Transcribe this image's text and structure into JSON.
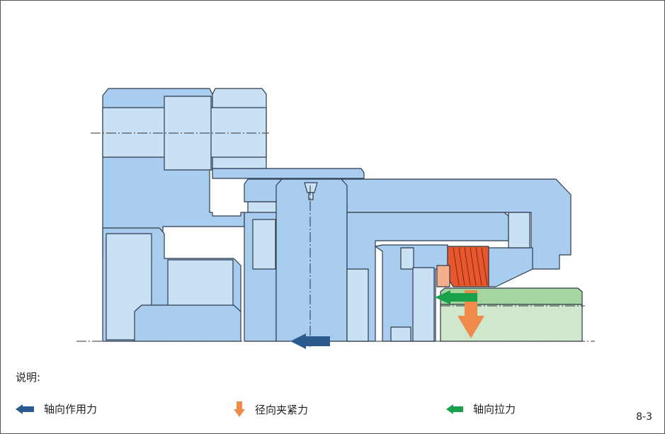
{
  "caption": "说明:",
  "legend": [
    {
      "label": "轴向作用力",
      "icon": "left-arrow-icon",
      "color": "#2b5a8f"
    },
    {
      "label": "径向夹紧力",
      "icon": "down-arrow-icon",
      "color": "#f08a4b"
    },
    {
      "label": "轴向拉力",
      "icon": "left-arrow-icon",
      "color": "#1aa048"
    }
  ],
  "page_number": "8-3",
  "colors": {
    "part_fill": "#a9cdee",
    "part_fill_light": "#c9e1f5",
    "part_stroke": "#2f3b4c",
    "ring_fill": "#a5d6a0",
    "ring_fill_light": "#cfe8cc",
    "thread_fill": "#e8572b"
  }
}
